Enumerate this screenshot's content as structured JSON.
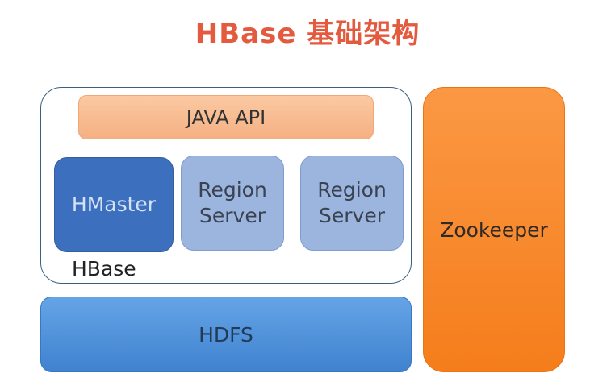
{
  "title": "HBase 基础架构",
  "hbase": {
    "label": "HBase",
    "java_api": "JAVA API",
    "hmaster": "HMaster",
    "region_servers": [
      {
        "line1": "Region",
        "line2": "Server"
      },
      {
        "line1": "Region",
        "line2": "Server"
      }
    ]
  },
  "hdfs": "HDFS",
  "zookeeper": "Zookeeper",
  "colors": {
    "title": "#e35a3f",
    "java_api": "#f7b48a",
    "hmaster": "#3c6fbe",
    "region_server": "#9bb5df",
    "hdfs": "#4a8fdb",
    "zookeeper": "#f7831f"
  }
}
